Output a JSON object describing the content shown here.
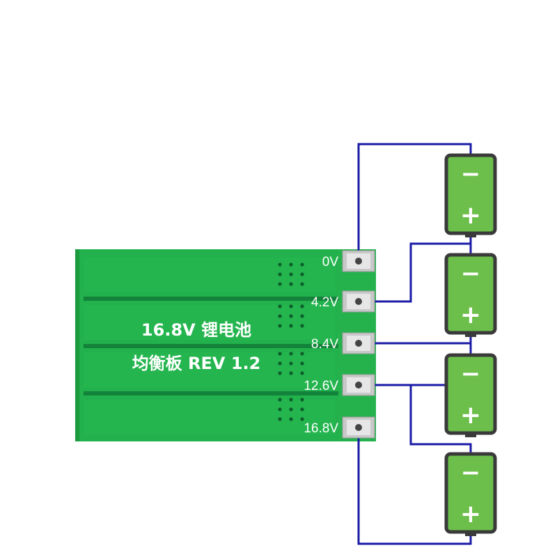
{
  "board": {
    "line1": "16.8V 锂电池",
    "line2": "均衡板 REV 1.2",
    "board_color": "#22b14c",
    "strip_color": "#1fa945",
    "pad_color": "#c8c8c8"
  },
  "pads": [
    {
      "label": "0V"
    },
    {
      "label": "4.2V"
    },
    {
      "label": "8.4V"
    },
    {
      "label": "12.6V"
    },
    {
      "label": "16.8V"
    }
  ],
  "cells": [
    {
      "negative": "−",
      "positive": "+"
    },
    {
      "negative": "−",
      "positive": "+"
    },
    {
      "negative": "−",
      "positive": "+"
    },
    {
      "negative": "−",
      "positive": "+"
    }
  ],
  "colors": {
    "wire": "#1a1aa6",
    "cell_fill": "#6cbf4b",
    "cell_outline": "#3a3a3a"
  }
}
